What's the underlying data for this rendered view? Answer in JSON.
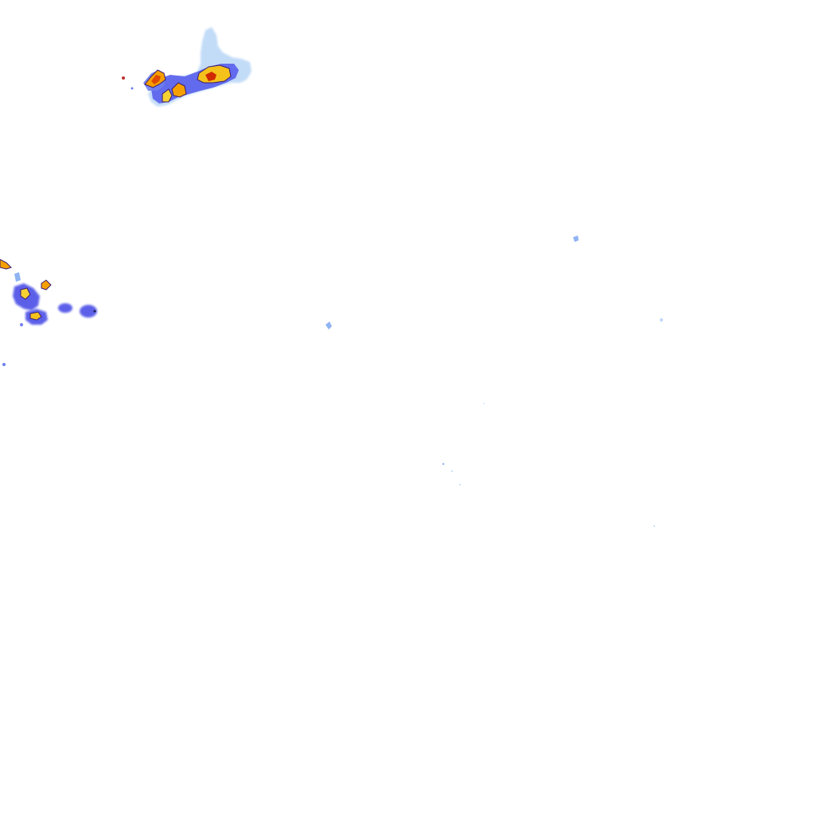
{
  "map": {
    "kind": "weather-radar-reflectivity-overlay",
    "background_color": "#ffffff",
    "palette": {
      "very_light": "#bcd8f7",
      "light": "#8fb3f2",
      "moderate_light": "#6f7ef0",
      "moderate": "#4b4fe6",
      "heavy_light": "#f5d232",
      "heavy": "#f5a000",
      "very_heavy": "#e04a00",
      "extreme": "#8a1a00",
      "outline": "#3a1a6e"
    },
    "cells": [
      {
        "name": "northwest-storm-complex",
        "intensity": "extreme"
      },
      {
        "name": "west-cluster",
        "intensity": "heavy"
      },
      {
        "name": "west-small-cells",
        "intensity": "moderate"
      },
      {
        "name": "scattered-echoes",
        "intensity": "very-light"
      }
    ]
  }
}
